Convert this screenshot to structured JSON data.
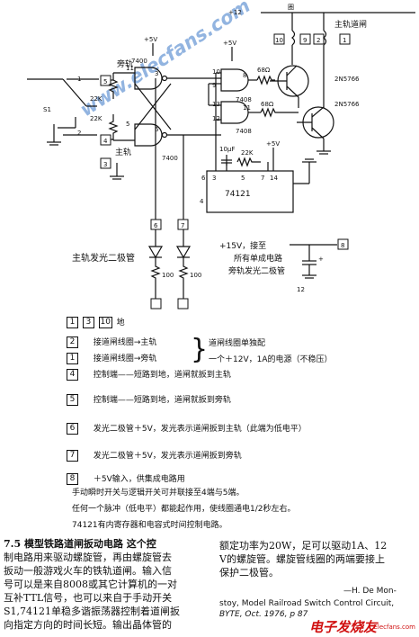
{
  "diagram": {
    "labels": {
      "supply_top": "+12",
      "coil_label": "圈",
      "main_switch_top": "主轨道闸",
      "plus5_a": "+5V",
      "plus5_b": "+5V",
      "plus5_c": "+5V",
      "side_rail": "旁轨",
      "main_rail": "主轨",
      "ic_7400_a": "7400",
      "ic_7400_b": "7400",
      "ic_7408_a": "7408",
      "ic_7408_b": "7408",
      "r_22k_a": "22K",
      "r_22k_b": "22K",
      "r_22k_c": "22K",
      "r_68_a": "68Ω",
      "r_68_b": "68Ω",
      "tr_a": "2N5766",
      "tr_b": "2N5766",
      "cap_10": "10μF",
      "ic_74121": "74121",
      "s1": "S1",
      "r_100_a": "100",
      "r_100_b": "100",
      "main_led": "主轨发光二极管",
      "side_led_note": "+15V，接至所有单成电路旁轨发光二极管",
      "supply_15_a": "+15V，接至",
      "supply_15_b": "所有单成电路",
      "supply_15_c": "旁轨发光二极管",
      "cap_sym": "+",
      "watermark": "www.elecfans.com",
      "node_12": "12",
      "node_5": "5",
      "node_4": "4",
      "node_3": "3",
      "node_6": "6",
      "node_7": "7",
      "node_8": "8",
      "node_10": "10",
      "node_9": "9",
      "node_2": "2",
      "node_1": "1",
      "pin_9": "9",
      "pin_10": "10",
      "pin_8": "8",
      "pin_13": "13",
      "pin_12": "12",
      "pin_11": "11",
      "pin_3": "3",
      "pin_4": "4",
      "pin_5": "5",
      "pin_6": "6",
      "pin_14": "14",
      "pin_1": "1",
      "pin_2": "2",
      "pin_3b": "3",
      "pin_5b": "5",
      "pin_11b": "11",
      "pin_10b": "10",
      "pin_7": "7",
      "pin_6b": "6"
    }
  },
  "legend": {
    "title_nums": [
      "1",
      "3",
      "10"
    ],
    "title_suffix": "地",
    "rows": [
      {
        "num": "2",
        "text": "接道闸线圈→主轨"
      },
      {
        "num": "1",
        "text": "接道闸线圈→旁轨"
      },
      {
        "num": "4",
        "text": "控制端——短路到地，道闸就扳到主轨"
      },
      {
        "num": "5",
        "text": "控制端——短路到地，道闸就扳到旁轨"
      },
      {
        "num": "6",
        "text": "发光二极管＋5V，发光表示道闸扳到主轨（此端为低电平）"
      },
      {
        "num": "7",
        "text": "发光二极管＋5V，发光表示道闸扳到旁轨"
      },
      {
        "num": "8",
        "text": "＋5V输入，供集成电路用"
      }
    ],
    "brace_a": "道闸线圈单独配",
    "brace_b": "一个＋12V，1A的电源（不稳压）",
    "note_1": "手动瞬时开关与逻辑开关可并联接至4端与5端。",
    "note_2": "任何一个脉冲（低电平）都能起作用，使线圈通电1/2秒左右。",
    "note_3": "74121有内寄存器和电容式时间控制电路。"
  },
  "article": {
    "lines_left": [
      "7.5  模型铁路道闸扳动电路  这个控",
      "制电路用来驱动螺旋管，再由螺旋管去",
      "扳动一般游戏火车的铁轨道闸。输入信",
      "号可以是来自8008或其它计算机的一对",
      "互补TTL信号，也可以来自于手动开关",
      "S1,74121单稳多谐振荡器控制着道闸扳",
      "向指定方向的时间长短。输出晶体管的"
    ],
    "lines_right": [
      "额定功率为20W，足可以驱动1A、12",
      "V的螺旋管。螺旋管线圈的两端要接上",
      "保护二极管。"
    ],
    "cite_author": "—H. De Mon-",
    "cite_line_a": "stoy, Model Railroad Switch Control Circuit,",
    "cite_line_b": "BYTE, Oct. 1976, p 87.",
    "brand_cn": "电子发烧友",
    "brand_en": "Elecfans.com"
  }
}
